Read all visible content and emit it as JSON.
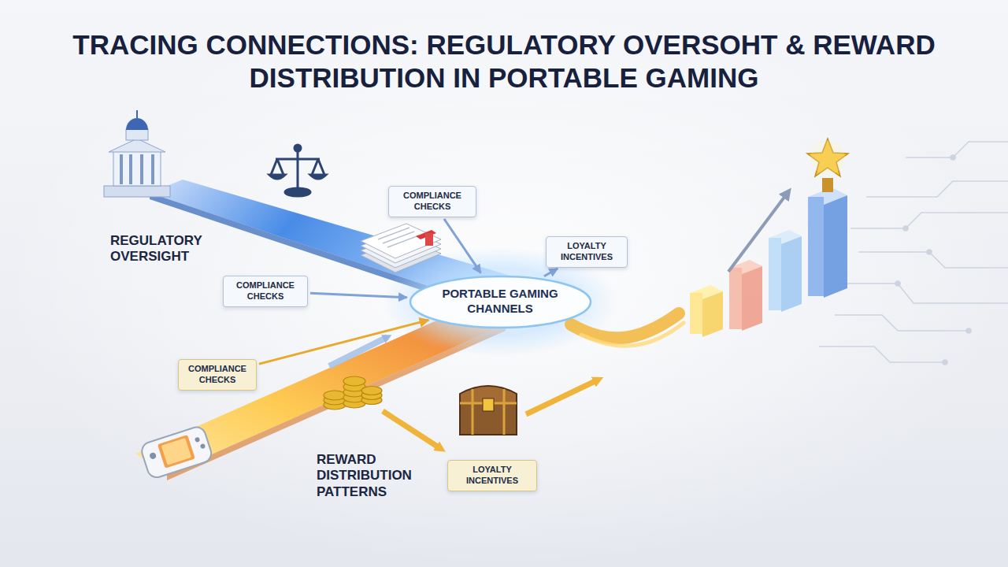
{
  "diagram": {
    "title": "TRACING CONNECTIONS: REGULATORY OVERSOHT & REWARD DISTRIBUTION IN PORTABLE GAMING",
    "nodes": [
      {
        "text": [
          "COMPLIANCE CHECKS"
        ]
      },
      {
        "text": [
          "LOYALTY INCENTIVES"
        ]
      },
      {
        "text": [
          "COMPLIANCE CHECKS"
        ]
      },
      {
        "text": [
          "PORTABLE GAMING CHANNELS"
        ]
      },
      {
        "text": [
          "COMPLIANCE CHECKS"
        ]
      },
      {
        "text": [
          "LOYALTY INCENTIVES"
        ]
      }
    ],
    "edges": [
      {
        "from": 0,
        "to": 3,
        "arrow": "to"
      },
      {
        "from": 2,
        "to": 3,
        "arrow": "to"
      },
      {
        "from": 4,
        "to": 3,
        "arrow": "to"
      },
      {
        "from": 3,
        "to": 1,
        "arrow": "to"
      }
    ],
    "labels": [
      "REGULATORY OVERSIGHT",
      "REWARD DISTRIBUTION PATTERNS"
    ]
  }
}
